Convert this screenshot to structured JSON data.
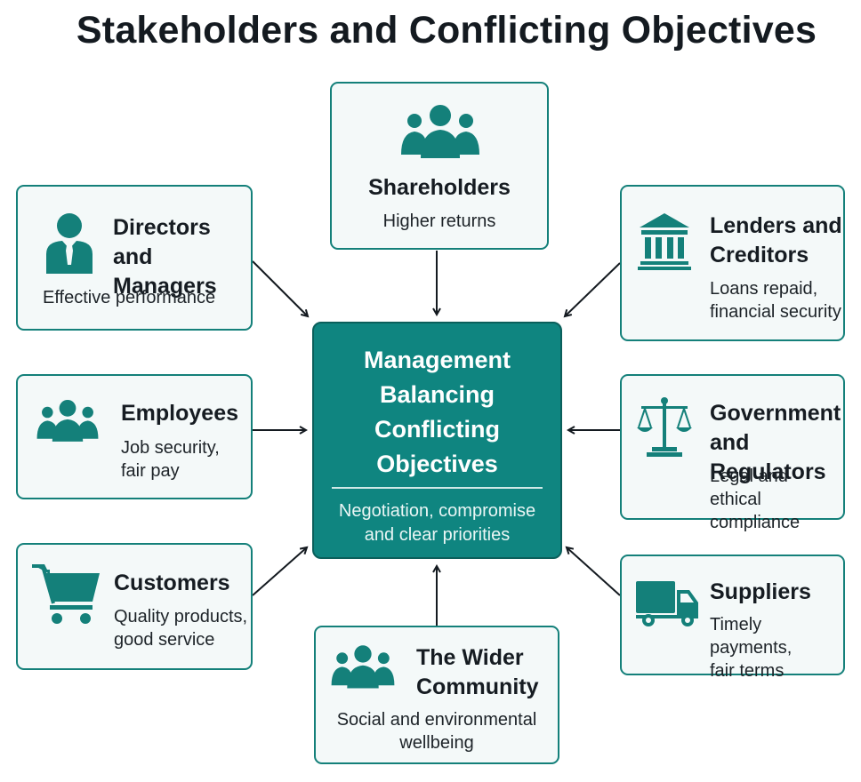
{
  "title": "Stakeholders and Conflicting Objectives",
  "colors": {
    "accent": "#14807a",
    "center_fill": "#0f8580",
    "box_fill": "#f4f9f9",
    "arrow": "#141a20"
  },
  "center": {
    "title": "Management\nBalancing\nConflicting\nObjectives",
    "note": "Negotiation, compromise\nand clear priorities"
  },
  "stakeholders": {
    "shareholders": {
      "name": "Shareholders",
      "objective": "Higher returns",
      "icon": "group-icon"
    },
    "directors": {
      "name": "Directors and\nManagers",
      "objective": "Effective performance",
      "icon": "manager-icon"
    },
    "lenders": {
      "name": "Lenders and\nCreditors",
      "objective": "Loans repaid,\nfinancial security",
      "icon": "bank-icon"
    },
    "employees": {
      "name": "Employees",
      "objective": "Job security,\nfair pay",
      "icon": "group-icon"
    },
    "government": {
      "name": "Government\nand Regulators",
      "objective": "Legal and ethical\ncompliance",
      "icon": "scales-icon"
    },
    "customers": {
      "name": "Customers",
      "objective": "Quality products,\ngood service",
      "icon": "shopping-cart-icon"
    },
    "suppliers": {
      "name": "Suppliers",
      "objective": "Timely payments,\nfair terms",
      "icon": "truck-icon"
    },
    "community": {
      "name": "The Wider\nCommunity",
      "objective": "Social and environmental\nwellbeing",
      "icon": "group-icon"
    }
  }
}
